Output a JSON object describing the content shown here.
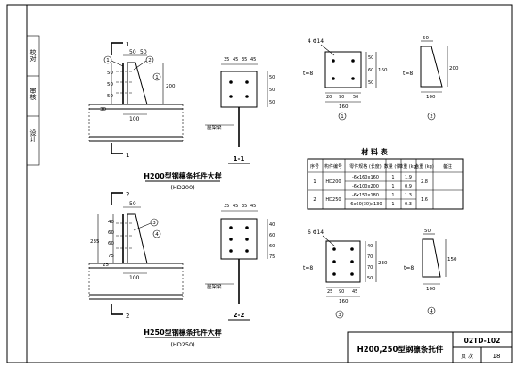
{
  "sidebar": {
    "labels": [
      "校对",
      "审核",
      "设计"
    ]
  },
  "section1": {
    "mark": "1",
    "mark_bottom": "1",
    "view_label": "1-1",
    "title": "H200型钢檩条托件大样",
    "subtitle": "(HD200)",
    "purlin_label": "屋架梁",
    "dims_top": [
      "50",
      "50"
    ],
    "dims_top_plan": [
      "35",
      "45",
      "35",
      "45"
    ],
    "dims_vertical": [
      "50",
      "50",
      "50"
    ],
    "dim_200": "200",
    "dim_30": "30",
    "dim_100": "100",
    "callouts": [
      "1",
      "2",
      "1"
    ]
  },
  "section2": {
    "mark": "2",
    "mark_bottom": "2",
    "view_label": "2-2",
    "title": "H250型钢檩条托件大样",
    "subtitle": "(HD250)",
    "purlin_label": "屋架梁",
    "dims_top": [
      "50"
    ],
    "dims_top_plan": [
      "35",
      "45",
      "35",
      "45"
    ],
    "dims_vertical": [
      "40",
      "60",
      "60",
      "75"
    ],
    "dim_235": "235",
    "dim_25": "25",
    "dim_100": "100",
    "callouts": [
      "3",
      "4"
    ]
  },
  "part1": {
    "bolt": "4 Φ14",
    "t": "t=8",
    "dims_bottom": [
      "20",
      "90",
      "50"
    ],
    "dim_width": "160",
    "dims_side": [
      "50",
      "60",
      "50"
    ],
    "dim_160": "160",
    "label": "1"
  },
  "part2": {
    "t": "t=8",
    "dim_top": "50",
    "dim_side": "200",
    "dim_bottom": "100",
    "label": "2"
  },
  "part3": {
    "bolt": "6 Φ14",
    "t": "t=8",
    "dims_bottom": [
      "25",
      "90",
      "45"
    ],
    "dim_width": "160",
    "dims_side": [
      "40",
      "70",
      "70",
      "50"
    ],
    "dim_230": "230",
    "label": "3"
  },
  "part4": {
    "t": "t=8",
    "dim_top": "50",
    "dim_side": "150",
    "dim_bottom": "100",
    "label": "4"
  },
  "table": {
    "title": "材 料 表",
    "headers": [
      "序号",
      "构件编号",
      "零件规格\n(长度)",
      "数量\n(件)",
      "单重\n(kg)",
      "合重\n(kg)",
      "备注"
    ],
    "rows": [
      {
        "no": "1",
        "id": "HD200",
        "spec": [
          "-6x160x160",
          "-6x100x200"
        ],
        "qty": [
          "1",
          "1"
        ],
        "unit": [
          "1.9",
          "0.9"
        ],
        "total": "2.8",
        "note": ""
      },
      {
        "no": "2",
        "id": "HD250",
        "spec": [
          "-6x150x180",
          "-6x60(30)x130"
        ],
        "qty": [
          "1",
          "1"
        ],
        "unit": [
          "1.3",
          "0.3"
        ],
        "total": "1.6",
        "note": ""
      }
    ]
  },
  "titleblock": {
    "drawing_title": "H200,250型钢檩条托件",
    "atlas_no": "02TD-102",
    "page_label": "页 次",
    "page_no": "18"
  }
}
